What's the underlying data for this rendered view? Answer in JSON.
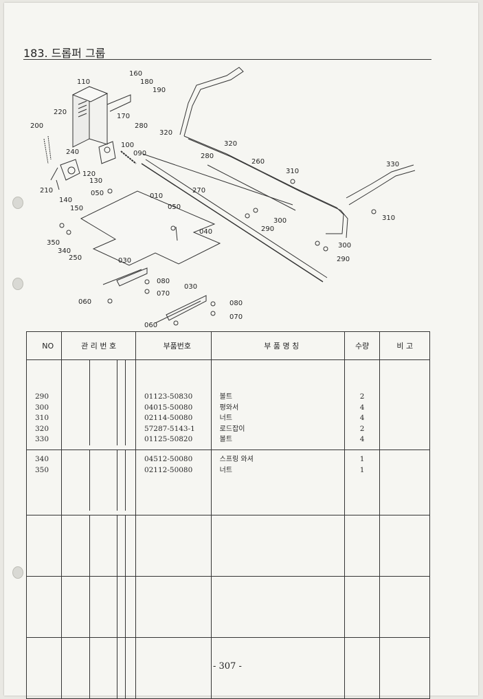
{
  "page": {
    "title": "183. 드롭퍼 그룹",
    "page_number": "- 307 -"
  },
  "diagram": {
    "callouts": [
      "110",
      "160",
      "180",
      "190",
      "220",
      "170",
      "200",
      "280",
      "320",
      "100",
      "090",
      "240",
      "120",
      "130",
      "210",
      "140",
      "150",
      "050",
      "010",
      "050",
      "320",
      "280",
      "260",
      "310",
      "330",
      "270",
      "300",
      "290",
      "310",
      "040",
      "350",
      "340",
      "250",
      "030",
      "080",
      "070",
      "300",
      "290",
      "060",
      "030",
      "080",
      "070",
      "060"
    ]
  },
  "table": {
    "headers": {
      "no": "NO",
      "mgmt": "관 리 번 호",
      "part": "부품번호",
      "name": "부 품 명 칭",
      "qty": "수량",
      "note": "비 고"
    },
    "groups": [
      {
        "rows": [
          {
            "no": "290",
            "part": "01123-50830",
            "name": "볼트",
            "qty": "2"
          },
          {
            "no": "300",
            "part": "04015-50080",
            "name": "평와서",
            "qty": "4"
          },
          {
            "no": "310",
            "part": "02114-50080",
            "name": "너트",
            "qty": "4"
          },
          {
            "no": "320",
            "part": "57287-5143-1",
            "name": "로드잡이",
            "qty": "2"
          },
          {
            "no": "330",
            "part": "01125-50820",
            "name": "볼트",
            "qty": "4"
          }
        ]
      },
      {
        "rows": [
          {
            "no": "340",
            "part": "04512-50080",
            "name": "스프링 와셔",
            "qty": "1"
          },
          {
            "no": "350",
            "part": "02112-50080",
            "name": "너트",
            "qty": "1"
          }
        ]
      },
      {
        "rows": []
      },
      {
        "rows": []
      },
      {
        "rows": []
      }
    ]
  }
}
